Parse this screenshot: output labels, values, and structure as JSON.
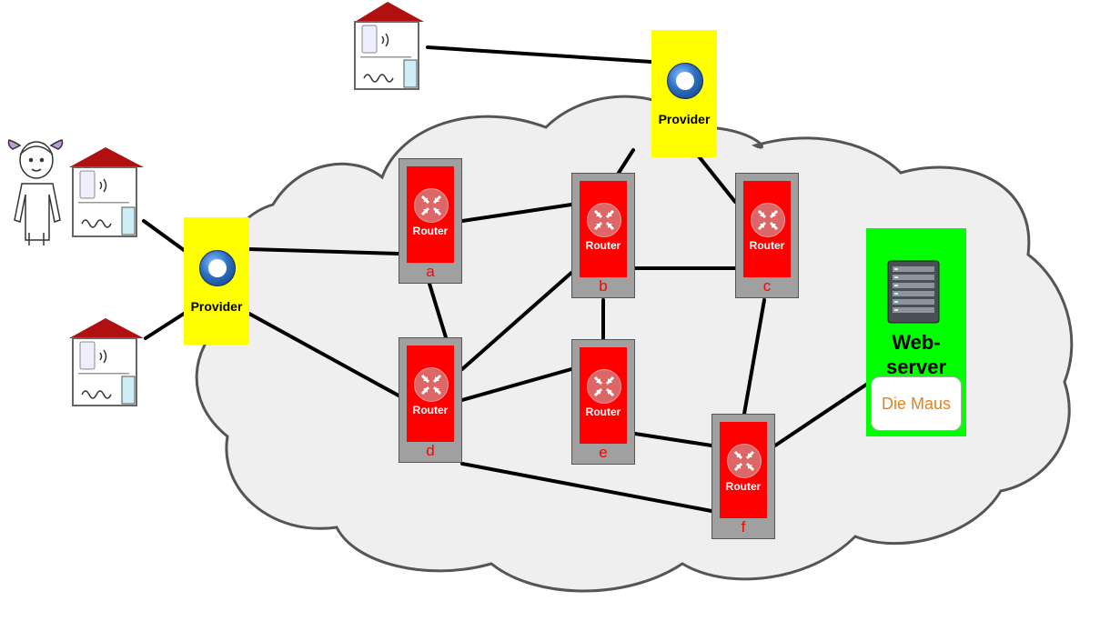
{
  "routers": [
    {
      "id": "a",
      "router_text": "Router",
      "letter": "a"
    },
    {
      "id": "b",
      "router_text": "Router",
      "letter": "b"
    },
    {
      "id": "c",
      "router_text": "Router",
      "letter": "c"
    },
    {
      "id": "d",
      "router_text": "Router",
      "letter": "d"
    },
    {
      "id": "e",
      "router_text": "Router",
      "letter": "e"
    },
    {
      "id": "f",
      "router_text": "Router",
      "letter": "f"
    }
  ],
  "providers": [
    {
      "id": "top",
      "label": "Provider"
    },
    {
      "id": "left",
      "label": "Provider"
    }
  ],
  "webserver": {
    "label_line1": "Web-",
    "label_line2": "server",
    "site": "Die Maus"
  },
  "houses": [
    "house-icon",
    "house-icon",
    "house-icon"
  ],
  "person": "girl-icon",
  "colors": {
    "router_face": "#ff0000",
    "router_case": "#a0a0a0",
    "provider": "#ffff00",
    "webserver": "#00ff00",
    "site_text": "#e8801a",
    "cloud": "#efefef",
    "roof": "#b01010"
  }
}
